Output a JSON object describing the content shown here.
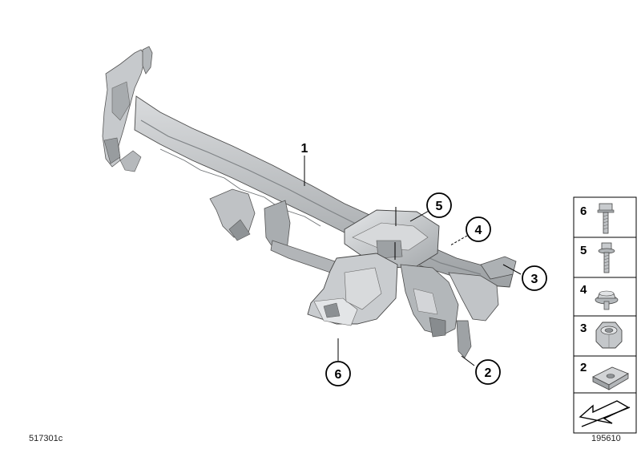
{
  "callouts": [
    {
      "number": "1",
      "part": "instrument-panel-carrier"
    },
    {
      "number": "2",
      "part": "clip-nut"
    },
    {
      "number": "3",
      "part": "hex-nut"
    },
    {
      "number": "4",
      "part": "collar-nut"
    },
    {
      "number": "5",
      "part": "hex-bolt-washer"
    },
    {
      "number": "6",
      "part": "hex-bolt"
    }
  ],
  "parts_legend": [
    {
      "number": "6",
      "icon": "hex-bolt-icon"
    },
    {
      "number": "5",
      "icon": "hex-bolt-washer-icon"
    },
    {
      "number": "4",
      "icon": "collar-nut-icon"
    },
    {
      "number": "3",
      "icon": "hex-nut-icon"
    },
    {
      "number": "2",
      "icon": "clip-nut-icon"
    }
  ],
  "legend_arrow_icon": "arrow-icon",
  "footer": {
    "left_code": "517301c",
    "right_code": "195610"
  },
  "colors": {
    "part_fill": "#c8cbce",
    "part_dark": "#8e9295",
    "part_light": "#e2e4e6",
    "line": "#000000"
  }
}
